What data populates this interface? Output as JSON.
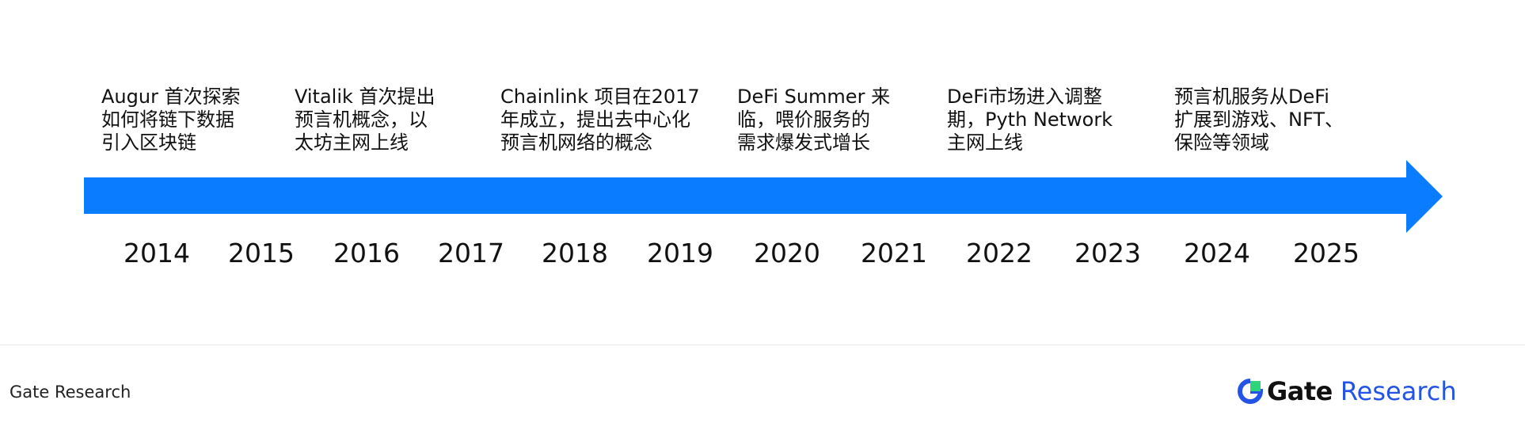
{
  "events": [
    {
      "text": "Augur 首次探索\n如何将链下数据\n引入区块链"
    },
    {
      "text": "Vitalik 首次提出\n预言机概念，以\n太坊主网上线"
    },
    {
      "text": "Chainlink 项目在2017\n年成立，提出去中心化\n预言机网络的概念"
    },
    {
      "text": "DeFi Summer 来\n临，喂价服务的\n需求爆发式增长"
    },
    {
      "text": "DeFi市场进入调整\n期，Pyth Network\n主网上线"
    },
    {
      "text": "预言机服务从DeFi\n扩展到游戏、NFT、\n保险等领域"
    }
  ],
  "years": [
    "2014",
    "2015",
    "2016",
    "2017",
    "2018",
    "2019",
    "2020",
    "2021",
    "2022",
    "2023",
    "2024",
    "2025"
  ],
  "footer": {
    "source": "Gate Research",
    "brand_name": "Gate",
    "brand_sub": "Research"
  },
  "colors": {
    "arrow": "#0a7cff",
    "brand_blue": "#2354e6",
    "brand_green": "#2ed47a"
  }
}
